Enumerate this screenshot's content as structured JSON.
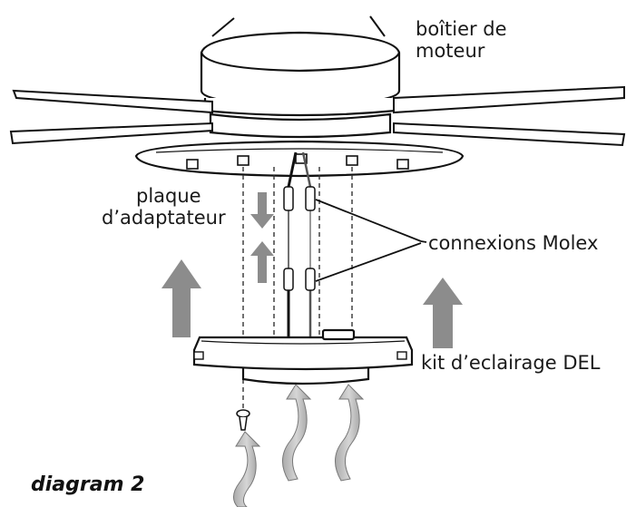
{
  "labels": {
    "motor_housing_line1": "boîtier de",
    "motor_housing_line2": "moteur",
    "adapter_plate_line1": "plaque",
    "adapter_plate_line2": "d’adaptateur",
    "molex": "connexions Molex",
    "led_kit": "kit d’eclairage DEL"
  },
  "caption": "diagram 2"
}
